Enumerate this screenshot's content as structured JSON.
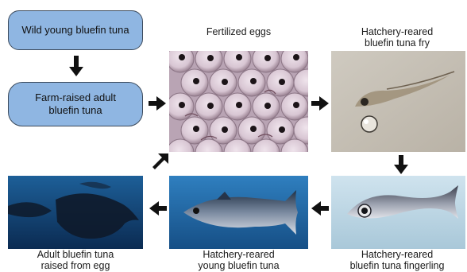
{
  "boxes": {
    "wild": "Wild young bluefin tuna",
    "farm_line1": "Farm-raised adult",
    "farm_line2": "bluefin tuna"
  },
  "captions": {
    "eggs": "Fertilized eggs",
    "fry": "Hatchery-reared\nbluefin tuna fry",
    "fingerling": "Hatchery-reared\nbluefin tuna fingerling",
    "young": "Hatchery-reared\nyoung bluefin tuna",
    "adult": "Adult bluefin tuna\nraised from egg"
  },
  "colors": {
    "box_fill": "#8fb6e2",
    "box_stroke": "#3b4a5c",
    "arrow": "#111111"
  }
}
